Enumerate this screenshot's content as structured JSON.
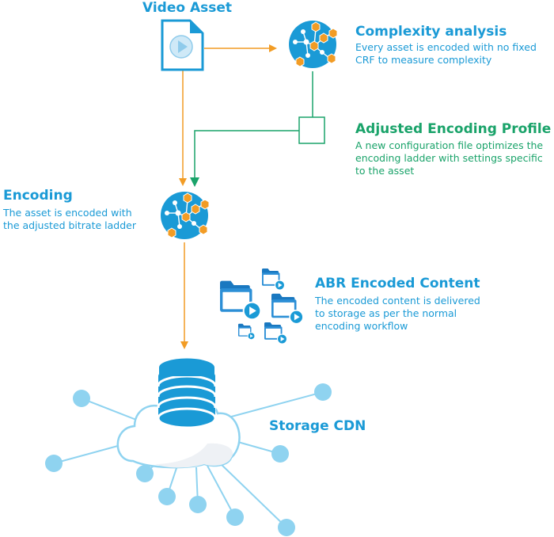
{
  "colors": {
    "blue": "#1a9ad6",
    "green": "#1aa36a",
    "orange": "#f29c25",
    "light_blue": "#8fd3f0"
  },
  "nodes": {
    "video_asset": {
      "title": "Video Asset",
      "icon": "video-file-icon"
    },
    "complexity": {
      "title": "Complexity analysis",
      "desc_lines": [
        "Every asset is encoded with no fixed",
        "CRF to measure complexity"
      ],
      "icon": "network-hub-icon"
    },
    "profile": {
      "title": "Adjusted Encoding Profile",
      "desc_lines": [
        "A new configuration file optimizes the",
        "encoding ladder with settings specific",
        "to the asset"
      ],
      "icon": "config-box-icon"
    },
    "encoding": {
      "title": "Encoding",
      "desc_lines": [
        "The asset is encoded with",
        "the adjusted bitrate ladder"
      ],
      "icon": "network-hub-icon"
    },
    "abr": {
      "title": "ABR Encoded Content",
      "desc_lines": [
        "The encoded content is delivered",
        "to storage as per the normal",
        "encoding workflow"
      ],
      "icon": "video-folder-icon"
    },
    "storage": {
      "title": "Storage CDN",
      "icon": "database-cloud-icon"
    }
  }
}
